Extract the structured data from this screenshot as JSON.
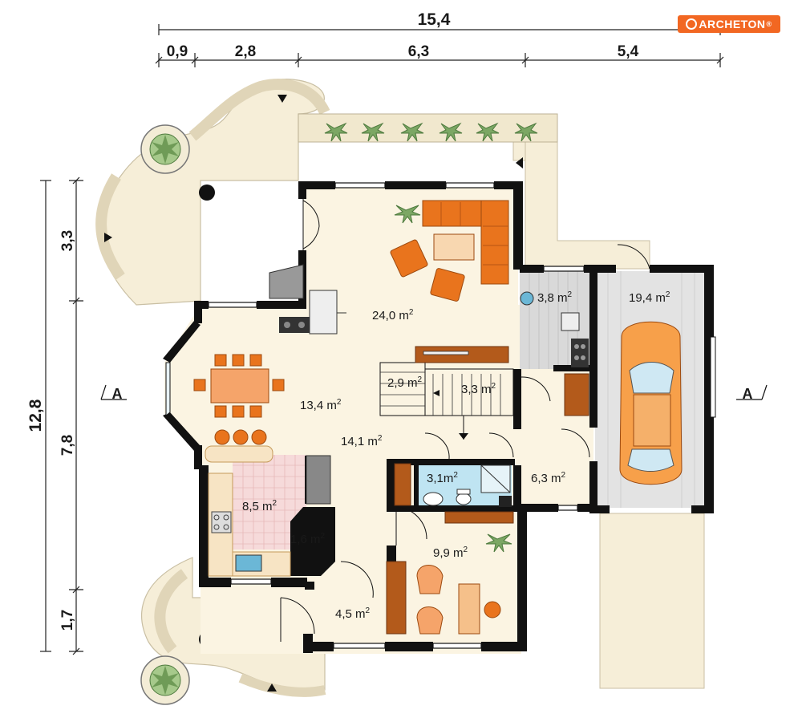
{
  "brand": {
    "name": "ARCHETON",
    "registered": "®",
    "color": "#f26722"
  },
  "colors": {
    "wall": "#111111",
    "floor": "#fbf4e2",
    "terrace": "#f6eed8",
    "terrace_edge": "#e6dcc0",
    "grey_floor": "#d9d9d9",
    "garage_floor": "#e3e3e3",
    "tile": "#bfe4f2",
    "kitchen_tile": "#f6dada",
    "sofa": "#e9741d",
    "table": "#f5a46a",
    "wood": "#b35a1b",
    "car": "#f7a04a",
    "plant": "#7ca764"
  },
  "dimensions": {
    "top_total": "15,4",
    "top_segments": [
      "0,9",
      "2,8",
      "6,3",
      "5,4"
    ],
    "left_total": "12,8",
    "left_segments": [
      "3,3",
      "7,8",
      "1,7"
    ]
  },
  "section_marks": {
    "left": "A",
    "right": "A"
  },
  "rooms": [
    {
      "id": "living",
      "area": "24,0 m",
      "unit_power": "2"
    },
    {
      "id": "utility",
      "area": "3,8 m",
      "unit_power": "2"
    },
    {
      "id": "garage",
      "area": "19,4 m",
      "unit_power": "2"
    },
    {
      "id": "stair-left",
      "area": "2,9 m",
      "unit_power": "2"
    },
    {
      "id": "stair-right",
      "area": "3,3 m",
      "unit_power": "2"
    },
    {
      "id": "dining",
      "area": "13,4 m",
      "unit_power": "2"
    },
    {
      "id": "hall",
      "area": "14,1 m",
      "unit_power": "2"
    },
    {
      "id": "bathroom",
      "area": "3,1m",
      "unit_power": "2"
    },
    {
      "id": "corridor",
      "area": "6,3 m",
      "unit_power": "2"
    },
    {
      "id": "kitchen",
      "area": "8,5 m",
      "unit_power": "2"
    },
    {
      "id": "pantry",
      "area": "1,6 m",
      "unit_power": "2"
    },
    {
      "id": "office",
      "area": "9,9 m",
      "unit_power": "2"
    },
    {
      "id": "vestibule",
      "area": "4,5 m",
      "unit_power": "2"
    }
  ]
}
